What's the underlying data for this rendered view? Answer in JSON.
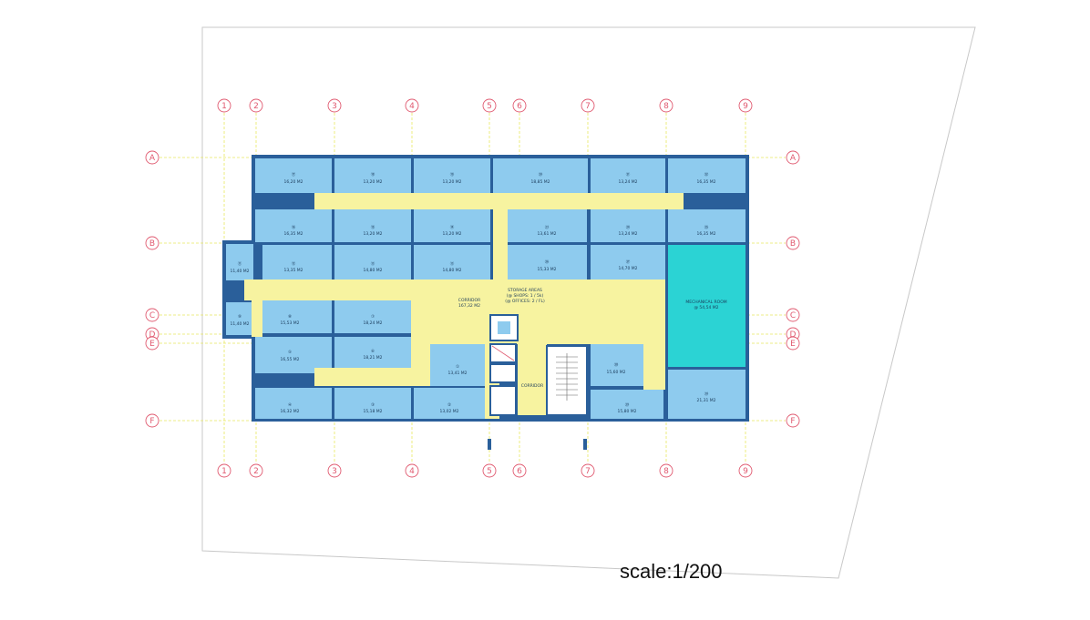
{
  "scale_label": "scale:1/200",
  "grid_columns": [
    "1",
    "2",
    "3",
    "4",
    "5",
    "6",
    "7",
    "8",
    "9"
  ],
  "grid_rows": [
    "A",
    "B",
    "C",
    "D",
    "E",
    "F"
  ],
  "colors": {
    "room_blue": "#8ecbee",
    "corridor_yellow": "#f7f3a0",
    "mechanical_cyan": "#2bd3d4",
    "wall": "#2a5f9a",
    "grid_line": "#e8e860",
    "grid_circle": "#e05a70"
  },
  "rooms": [
    {
      "id": "r01",
      "num": "⑰",
      "area": "16,20 M2"
    },
    {
      "id": "r02",
      "num": "⑱",
      "area": "13,20 M2"
    },
    {
      "id": "r03",
      "num": "⑲",
      "area": "13,20 M2"
    },
    {
      "id": "r04",
      "num": "⑳",
      "area": "18,85 M2"
    },
    {
      "id": "r05",
      "num": "㉑",
      "area": "13,24 M2"
    },
    {
      "id": "r06",
      "num": "㉒",
      "area": "16,35 M2"
    },
    {
      "id": "r07",
      "num": "⑯",
      "area": "16,35 M2"
    },
    {
      "id": "r08",
      "num": "⑮",
      "area": "13,20 M2"
    },
    {
      "id": "r09",
      "num": "⑭",
      "area": "13,20 M2"
    },
    {
      "id": "r10",
      "num": "㉓",
      "area": "13,61 M2"
    },
    {
      "id": "r11",
      "num": "㉔",
      "area": "13,24 M2"
    },
    {
      "id": "r12",
      "num": "㉕",
      "area": "16,35 M2"
    },
    {
      "id": "r13",
      "num": "⑪",
      "area": "11,40 M2"
    },
    {
      "id": "r14",
      "num": "⑫",
      "area": "13,35 M2"
    },
    {
      "id": "r15",
      "num": "⑬",
      "area": "14,80 M2"
    },
    {
      "id": "r16",
      "num": "⑬",
      "area": "14,80 M2"
    },
    {
      "id": "r17",
      "num": "㉖",
      "area": "15,33 M2"
    },
    {
      "id": "r18",
      "num": "㉗",
      "area": "14,70 M2"
    },
    {
      "id": "r19",
      "num": "⑨",
      "area": "11,40 M2"
    },
    {
      "id": "r20",
      "num": "⑧",
      "area": "15,53 M2"
    },
    {
      "id": "r21",
      "num": "⑦",
      "area": "18,24 M2"
    },
    {
      "id": "r22",
      "num": "⑤",
      "area": "16,55 M2"
    },
    {
      "id": "r23",
      "num": "⑥",
      "area": "18,21 M2"
    },
    {
      "id": "r24",
      "num": "①",
      "area": "13,41 M2"
    },
    {
      "id": "r25",
      "num": "㉘",
      "area": "15,60 M2"
    },
    {
      "id": "r26",
      "num": "④",
      "area": "16,32 M2"
    },
    {
      "id": "r27",
      "num": "③",
      "area": "15,18 M2"
    },
    {
      "id": "r28",
      "num": "②",
      "area": "13,02 M2"
    },
    {
      "id": "r29",
      "num": "㉙",
      "area": "15,80 M2"
    },
    {
      "id": "r30",
      "num": "㉚",
      "area": "21,31 M2"
    }
  ],
  "corridor_main": {
    "label": "CORRIDOR",
    "area": "167,32 M2"
  },
  "storage": {
    "line1": "STORAGE AREAS",
    "line2": "(@ SHOPS: 1 / 5k)",
    "line3": "(@ OFFICES: 2 / FL)"
  },
  "mechanical": {
    "label": "MECHANICAL ROOM",
    "area": "@ 54,54 M2"
  },
  "corridor_small": {
    "label": "CORRIDOR"
  }
}
